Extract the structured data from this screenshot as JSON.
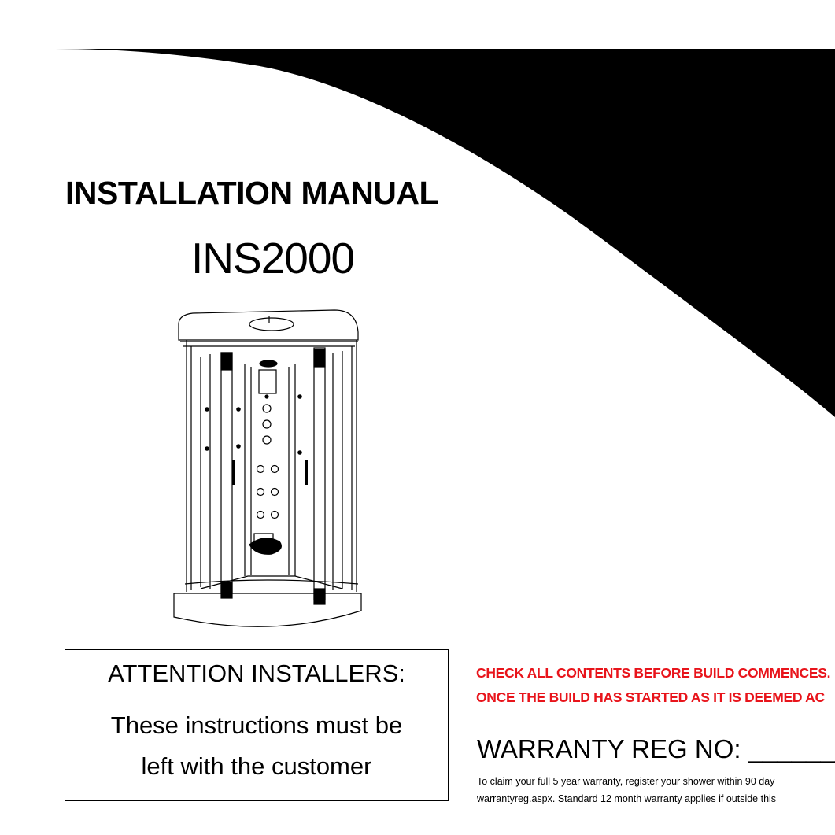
{
  "manual": {
    "title": "INSTALLATION MANUAL",
    "model": "INS2000"
  },
  "attention_box": {
    "heading": "ATTENTION INSTALLERS:",
    "line1": "These instructions must be",
    "line2": "left with the customer"
  },
  "warnings": {
    "line1": "CHECK ALL CONTENTS BEFORE BUILD COMMENCES.",
    "line2": "ONCE THE BUILD HAS STARTED AS IT IS DEEMED AC"
  },
  "warranty": {
    "label": "WARRANTY REG NO: ________",
    "fine1": "To claim your full 5 year warranty, register your shower within  90 day",
    "fine2": "warrantyreg.aspx. Standard 12 month warranty applies if outside this"
  },
  "colors": {
    "warning_red": "#e8141b",
    "swoosh": "#000000"
  },
  "icons": {
    "product": "shower-cabin-illustration"
  }
}
